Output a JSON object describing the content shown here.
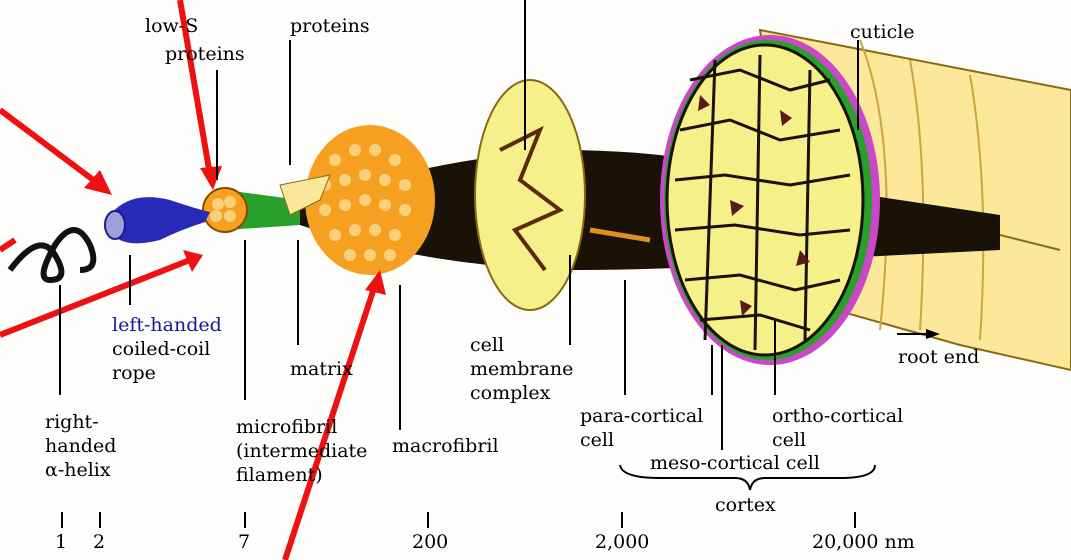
{
  "labels": {
    "top_low_s": "low-S",
    "top_proteins": "proteins",
    "top_proteins_2": "proteins",
    "cuticle": "cuticle",
    "left_handed_1": "left-handed",
    "left_handed_2": "coiled-coil",
    "left_handed_3": "rope",
    "right_handed_1": "right-",
    "right_handed_2": "handed",
    "right_handed_3": "α-helix",
    "matrix": "matrix",
    "microfibril_1": "microfibril",
    "microfibril_2": "(intermediate",
    "microfibril_3": "filament)",
    "macrofibril": "macrofibril",
    "cell_1": "cell",
    "cell_2": "membrane",
    "cell_3": "complex",
    "para_1": "para-cortical",
    "para_2": "cell",
    "ortho_1": "ortho-cortical",
    "ortho_2": "cell",
    "meso": "meso-cortical cell",
    "cortex": "cortex",
    "root_end": "root end"
  },
  "scale": [
    "1",
    "2",
    "7",
    "200",
    "2,000",
    "20,000 nm"
  ],
  "colors": {
    "arrow_red": "#ee1111",
    "helix_blue": "#2a2ab8",
    "orange_fibril": "#f5a021",
    "hair_yellow": "#fbe89a",
    "cortex_yellow": "#f6f08a",
    "dark": "#1a1206",
    "green": "#28a02a",
    "magenta": "#c848c8"
  }
}
